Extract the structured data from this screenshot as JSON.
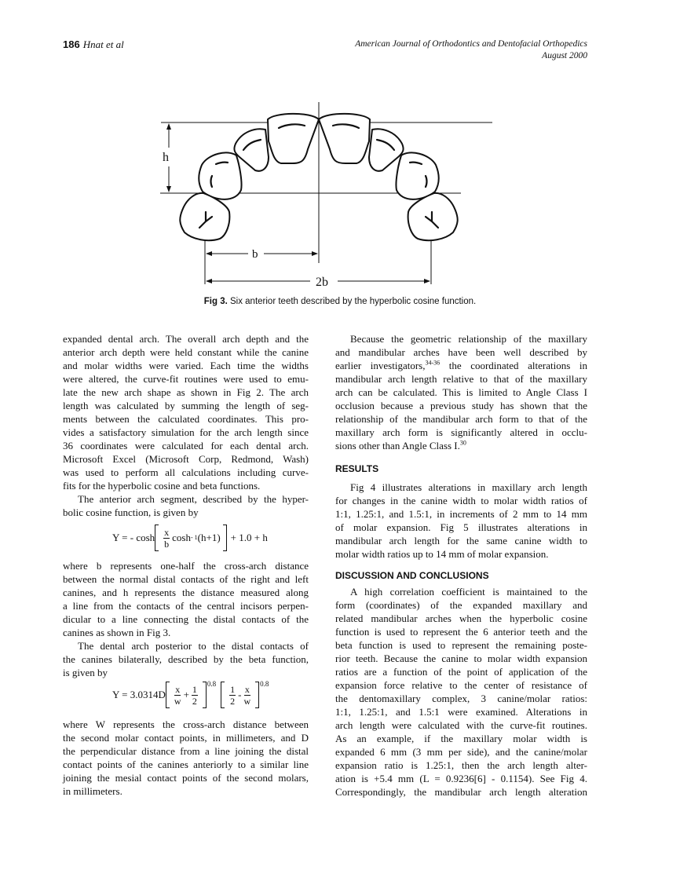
{
  "header": {
    "page_number": "186",
    "authors": "Hnat et al",
    "journal": "American Journal of Orthodontics and Dentofacial Orthopedics",
    "date": "August 2000"
  },
  "figure": {
    "labels": {
      "h": "h",
      "b": "b",
      "two_b": "2b"
    },
    "caption_label": "Fig 3.",
    "caption_text": " Six anterior teeth described by the hyperbolic cosine function."
  },
  "left_column": {
    "para1": [
      "expanded dental arch. The overall arch depth and the",
      "anterior arch depth were held constant while the canine",
      "and molar widths were varied. Each time the widths",
      "were altered, the curve-fit routines were used to emu-",
      "late the new arch shape as shown in Fig 2. The arch",
      "length was calculated by summing the length of seg-",
      "ments between the calculated coordinates. This pro-",
      "vides a satisfactory simulation for the arch length since",
      "36 coordinates were calculated for each dental arch.",
      "Microsoft Excel (Microsoft Corp, Redmond, Wash)",
      "was used to perform all calculations including curve-",
      "fits for the hyperbolic cosine and beta functions."
    ],
    "para2": [
      "The anterior arch segment, described by the hyper-",
      "bolic cosine function, is given by"
    ],
    "eq1": {
      "lhs": "Y = - cosh",
      "num": "x",
      "den": "b",
      "mid": "cosh",
      "sup": "- 1",
      "arg": "(h+1)",
      "tail": "+ 1.0 + h"
    },
    "para3": [
      "where b represents one-half the cross-arch distance",
      "between the normal distal contacts of the right and left",
      "canines, and h represents the distance measured along",
      "a line from the contacts of the central incisors perpen-",
      "dicular to a line connecting the distal contacts of the",
      "canines as shown in Fig 3."
    ],
    "para4": [
      "The dental arch posterior to the distal contacts of",
      "the canines bilaterally, described by the beta function,",
      "is given by"
    ],
    "eq2": {
      "lhs": "Y = 3.0314D",
      "a_num": "x",
      "a_den": "w",
      "plus": "+",
      "b_num": "1",
      "b_den": "2",
      "exp": "0.8",
      "c_num": "1",
      "c_den": "2",
      "minus": "-",
      "d_num": "x",
      "d_den": "w"
    },
    "para5": [
      "where W represents the cross-arch distance between",
      "the second molar contact points, in millimeters, and D",
      "the perpendicular distance from a line joining the distal",
      "contact points of the canines anteriorly to a similar line",
      "joining the mesial contact points of the second molars,",
      "in millimeters."
    ]
  },
  "right_column": {
    "para1": {
      "line1": "Because the geometric relationship of the maxillary",
      "line2": "and mandibular arches have been well described by",
      "line3_pre": "earlier investigators,",
      "line3_ref": "34-36",
      "line3_post": " the coordinated alterations in",
      "lines_mid": [
        "mandibular arch length relative to that of the maxillary",
        "arch can be calculated. This is limited to Angle Class I",
        "occlusion because a previous study has shown that the",
        "relationship of the mandibular arch form to that of the",
        "maxillary arch form is significantly altered in occlu-"
      ],
      "last_pre": "sions other than Angle Class I.",
      "last_ref": "30"
    },
    "results_heading": "RESULTS",
    "results_para": [
      "Fig 4 illustrates alterations in maxillary arch length",
      "for changes in the canine width to molar width ratios of",
      "1:1, 1.25:1, and 1.5:1, in increments of 2 mm to 14 mm",
      "of molar expansion. Fig 5 illustrates alterations in",
      "mandibular arch length for the same canine width to",
      "molar width ratios up to 14 mm of molar expansion."
    ],
    "discussion_heading": "DISCUSSION AND CONCLUSIONS",
    "discussion_para": [
      "A high correlation coefficient is maintained to the",
      "form (coordinates) of the expanded maxillary and",
      "related mandibular arches when the hyperbolic cosine",
      "function is used to represent the 6 anterior teeth and the",
      "beta function is used to represent the remaining poste-",
      "rior teeth. Because the canine to molar width expansion",
      "ratios are a function of the point of application of the",
      "expansion force relative to the center of resistance of",
      "the dentomaxillary complex, 3 canine/molar ratios:",
      "1:1, 1.25:1, and 1.5:1 were examined. Alterations in",
      "arch length were calculated with the curve-fit routines.",
      "As an example, if the maxillary molar width is",
      "expanded 6 mm (3 mm per side), and the canine/molar",
      "expansion ratio is 1.25:1, then the arch length alter-",
      "ation is +5.4 mm (L = 0.9236[6] - 0.1154). See Fig 4.",
      "Correspondingly, the mandibular arch length alteration"
    ]
  }
}
